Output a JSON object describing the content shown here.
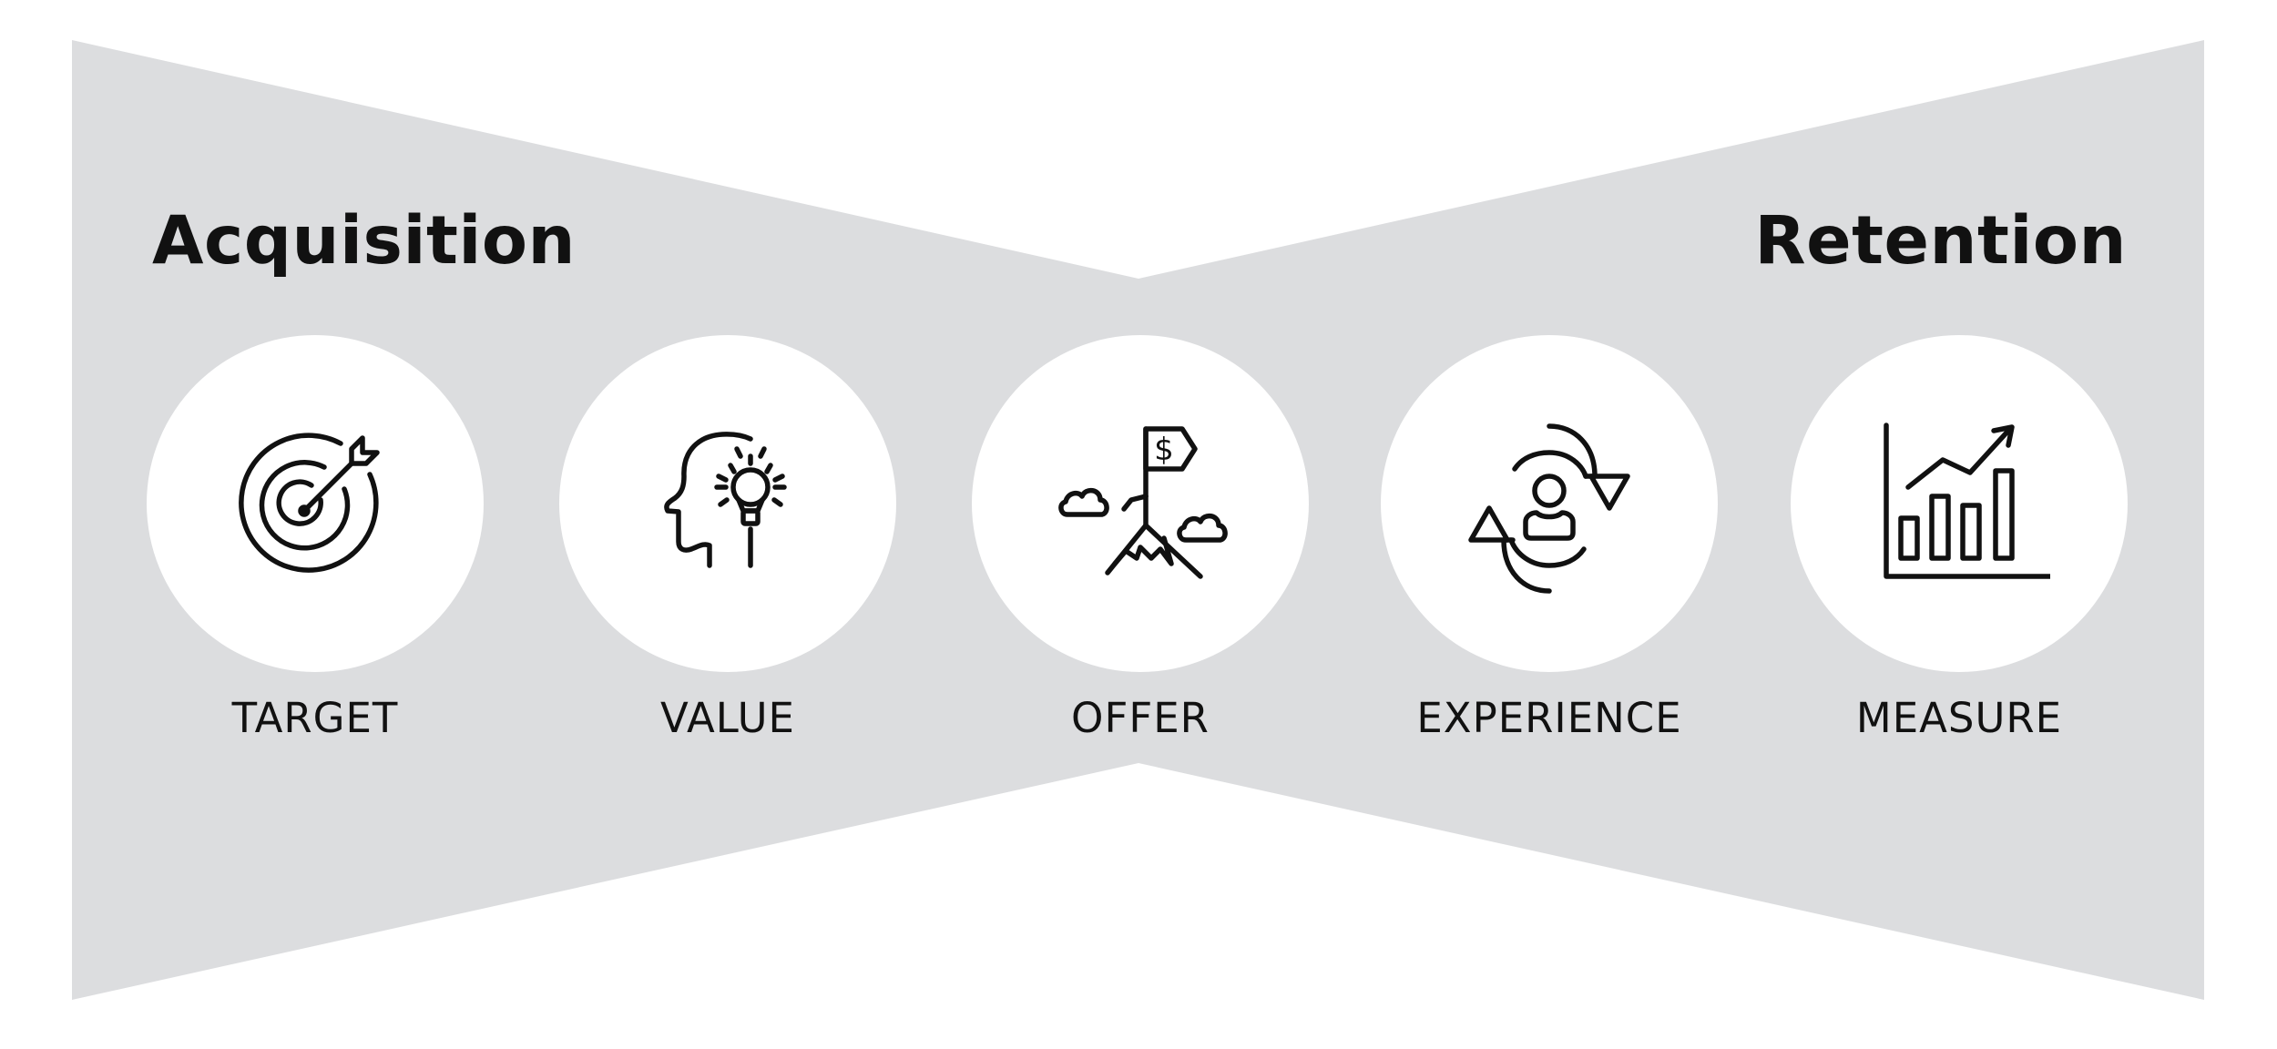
{
  "headings": {
    "left": "Acquisition",
    "right": "Retention"
  },
  "steps": [
    {
      "label": "TARGET",
      "icon": "target-arrow-icon"
    },
    {
      "label": "VALUE",
      "icon": "head-lightbulb-icon"
    },
    {
      "label": "OFFER",
      "icon": "mountain-flag-dollar-icon"
    },
    {
      "label": "EXPERIENCE",
      "icon": "user-cycle-icon"
    },
    {
      "label": "MEASURE",
      "icon": "bar-chart-growth-icon"
    }
  ],
  "colors": {
    "background": "#ffffff",
    "band": "#dcdddf",
    "circle": "#ffffff",
    "ink": "#111111"
  }
}
